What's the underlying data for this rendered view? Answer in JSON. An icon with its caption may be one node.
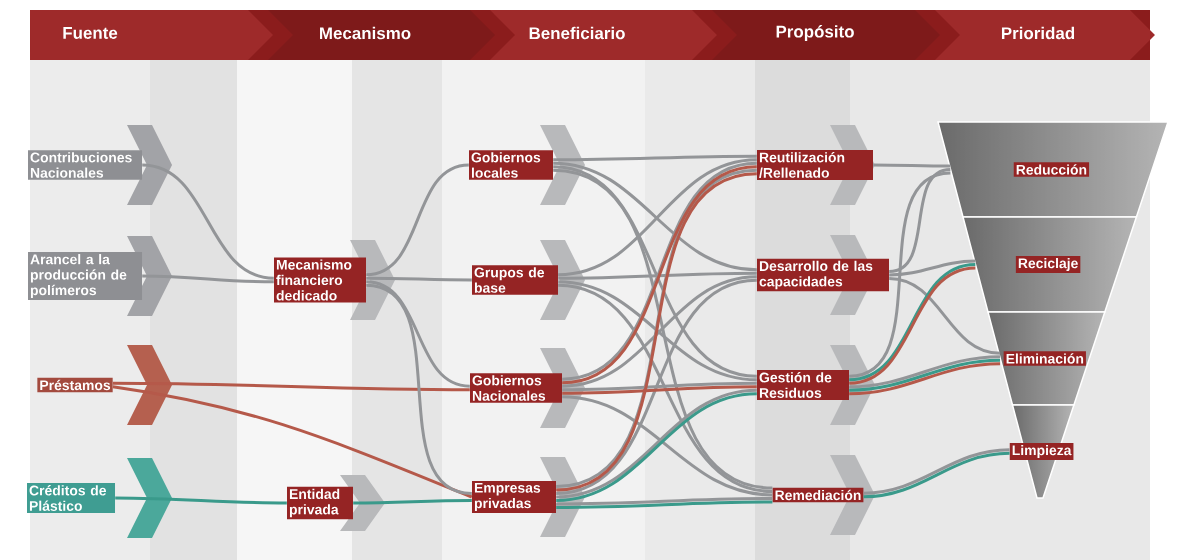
{
  "diagram": {
    "nodes": [
      {
        "text": [
          "Contribuciones Nacionales"
        ]
      },
      {
        "text": [
          "Arancel a la producción de polímeros"
        ]
      },
      {
        "text": [
          "Préstamos"
        ]
      },
      {
        "text": [
          "Créditos de Plástico"
        ]
      },
      {
        "text": [
          "Mecanismo financiero dedicado"
        ]
      },
      {
        "text": [
          "Entidad privada"
        ]
      },
      {
        "text": [
          "Gobiernos locales"
        ]
      },
      {
        "text": [
          "Grupos de base"
        ]
      },
      {
        "text": [
          "Gobiernos Nacionales"
        ]
      },
      {
        "text": [
          "Empresas privadas"
        ]
      },
      {
        "text": [
          "Reutilización /Rellenado"
        ]
      },
      {
        "text": [
          "Desarrollo de las capacidades"
        ]
      },
      {
        "text": [
          "Gestión de Residuos"
        ]
      },
      {
        "text": [
          "Remediación"
        ]
      },
      {
        "text": [
          "Reducción"
        ]
      },
      {
        "text": [
          "Reciclaje"
        ]
      },
      {
        "text": [
          "Eliminación"
        ]
      },
      {
        "text": [
          "Limpieza"
        ]
      }
    ],
    "edges": [
      {
        "from": 0,
        "to": 4,
        "arrow": "none"
      },
      {
        "from": 1,
        "to": 4,
        "arrow": "none"
      },
      {
        "from": 2,
        "to": 8,
        "arrow": "none",
        "color": "#b5594a"
      },
      {
        "from": 2,
        "to": 9,
        "arrow": "none",
        "color": "#b5594a"
      },
      {
        "from": 3,
        "to": 5,
        "arrow": "none",
        "color": "#3a9a8b"
      },
      {
        "from": 5,
        "to": 9,
        "arrow": "none",
        "color": "#3a9a8b"
      },
      {
        "from": 4,
        "to": 6,
        "arrow": "none"
      },
      {
        "from": 4,
        "to": 7,
        "arrow": "none"
      },
      {
        "from": 4,
        "to": 8,
        "arrow": "none"
      },
      {
        "from": 4,
        "to": 9,
        "arrow": "none"
      },
      {
        "from": 6,
        "to": 10,
        "arrow": "none"
      },
      {
        "from": 6,
        "to": 11,
        "arrow": "none"
      },
      {
        "from": 6,
        "to": 12,
        "arrow": "none"
      },
      {
        "from": 6,
        "to": 13,
        "arrow": "none"
      },
      {
        "from": 7,
        "to": 10,
        "arrow": "none"
      },
      {
        "from": 7,
        "to": 11,
        "arrow": "none"
      },
      {
        "from": 7,
        "to": 12,
        "arrow": "none"
      },
      {
        "from": 7,
        "to": 13,
        "arrow": "none"
      },
      {
        "from": 8,
        "to": 10,
        "arrow": "none"
      },
      {
        "from": 8,
        "to": 11,
        "arrow": "none"
      },
      {
        "from": 8,
        "to": 12,
        "arrow": "none"
      },
      {
        "from": 8,
        "to": 13,
        "arrow": "none"
      },
      {
        "from": 9,
        "to": 10,
        "arrow": "none"
      },
      {
        "from": 9,
        "to": 11,
        "arrow": "none"
      },
      {
        "from": 9,
        "to": 12,
        "arrow": "none"
      },
      {
        "from": 9,
        "to": 13,
        "arrow": "none"
      },
      {
        "from": 8,
        "to": 10,
        "arrow": "none",
        "color": "#b5594a"
      },
      {
        "from": 9,
        "to": 10,
        "arrow": "none",
        "color": "#b5594a"
      },
      {
        "from": 8,
        "to": 12,
        "arrow": "none",
        "color": "#b5594a"
      },
      {
        "from": 9,
        "to": 12,
        "arrow": "none",
        "color": "#3a9a8b"
      },
      {
        "from": 9,
        "to": 13,
        "arrow": "none",
        "color": "#3a9a8b"
      },
      {
        "from": 10,
        "to": 14,
        "arrow": "none"
      },
      {
        "from": 11,
        "to": 14,
        "arrow": "none"
      },
      {
        "from": 11,
        "to": 15,
        "arrow": "none"
      },
      {
        "from": 11,
        "to": 16,
        "arrow": "none"
      },
      {
        "from": 12,
        "to": 14,
        "arrow": "none"
      },
      {
        "from": 12,
        "to": 15,
        "arrow": "none",
        "color": "#3a9a8b"
      },
      {
        "from": 12,
        "to": 15,
        "arrow": "none",
        "color": "#b5594a"
      },
      {
        "from": 12,
        "to": 16,
        "arrow": "none"
      },
      {
        "from": 12,
        "to": 16,
        "arrow": "none",
        "color": "#3a9a8b"
      },
      {
        "from": 12,
        "to": 16,
        "arrow": "none",
        "color": "#b5594a"
      },
      {
        "from": 13,
        "to": 17,
        "arrow": "none"
      },
      {
        "from": 13,
        "to": 17,
        "arrow": "none",
        "color": "#3a9a8b"
      }
    ],
    "labels": [
      "Fuente",
      "Mecanismo",
      "Beneficiario",
      "Propósito",
      "Prioridad"
    ]
  }
}
